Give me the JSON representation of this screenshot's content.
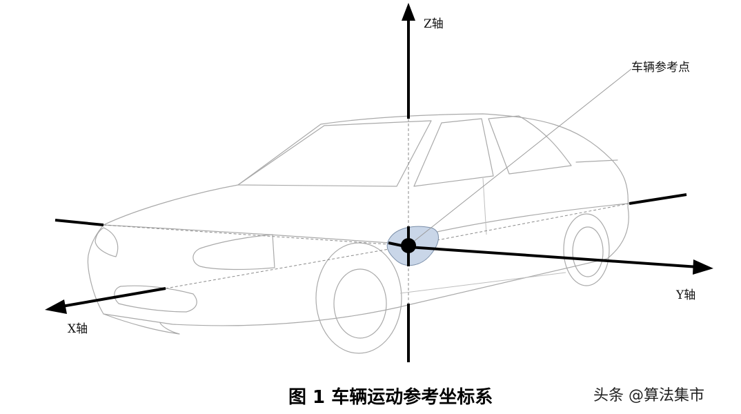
{
  "labels": {
    "z_axis": "Z轴",
    "y_axis": "Y轴",
    "x_axis": "X轴",
    "reference_point": "车辆参考点"
  },
  "caption": "图 1  车辆运动参考坐标系",
  "watermark": "头条 @算法集市",
  "colors": {
    "axis": "#000000",
    "car_outline": "#a9a9a9",
    "reference_patch": "#c9d6e8"
  }
}
